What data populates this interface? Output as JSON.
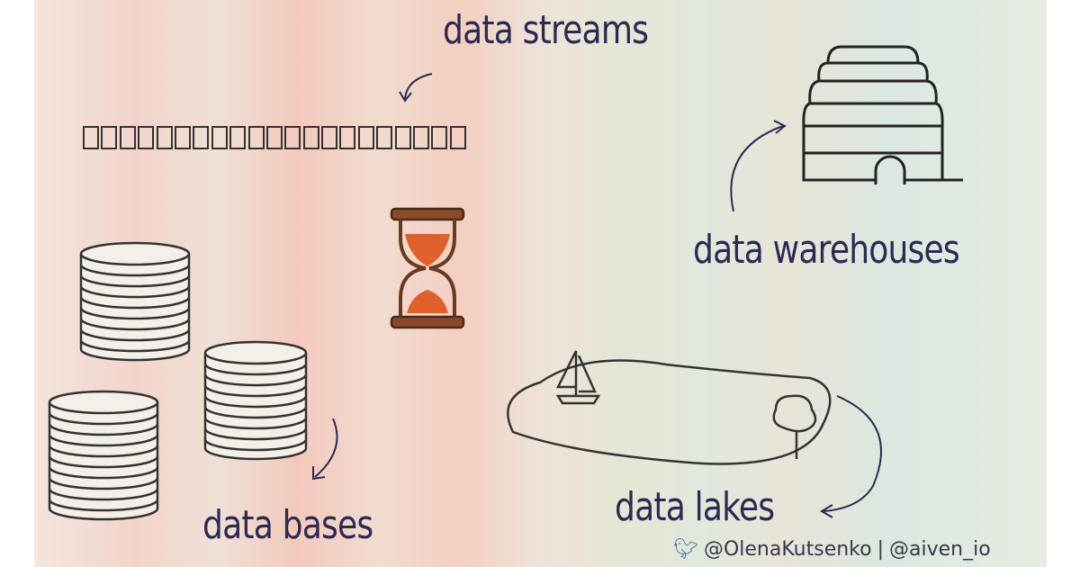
{
  "labels": {
    "streams": "data streams",
    "warehouses": "data warehouses",
    "bases": "data bases",
    "lakes": "data lakes"
  },
  "stream_boxes": 21,
  "credit": {
    "handle": "@OlenaKutsenko",
    "separator": "|",
    "org": "@aiven_io",
    "icon": "twitter-bird-icon"
  },
  "colors": {
    "text": "#2c2a52",
    "line": "#333333",
    "hourglass_sand": "#e0602c"
  }
}
